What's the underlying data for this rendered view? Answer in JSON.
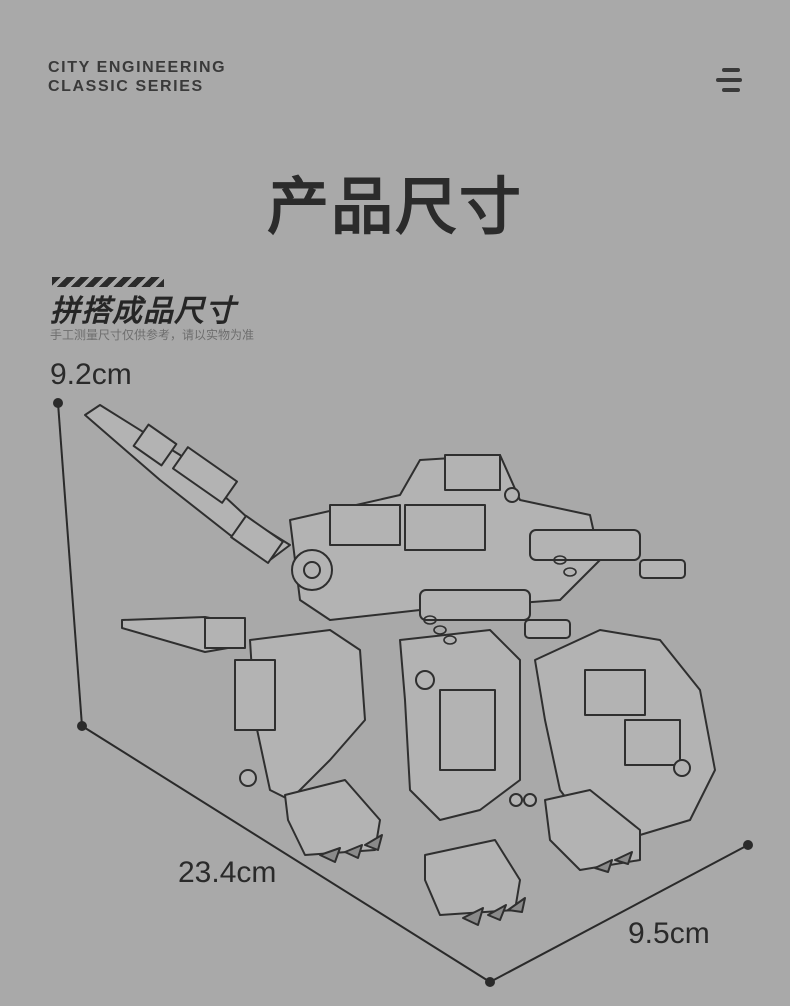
{
  "brand": {
    "line1": "CITY ENGINEERING",
    "line2": "CLASSIC SERIES"
  },
  "title": "产品尺寸",
  "section": {
    "heading": "拼搭成品尺寸",
    "note": "手工测量尺寸仅供参考，请以实物为准"
  },
  "dimensions": {
    "height": "9.2cm",
    "length": "23.4cm",
    "width": "9.5cm"
  },
  "icons": {
    "menu": "hamburger-menu-icon"
  },
  "colors": {
    "background": "#a9a9a9",
    "text": "#2b2b2b",
    "line": "#2a2a2a"
  }
}
